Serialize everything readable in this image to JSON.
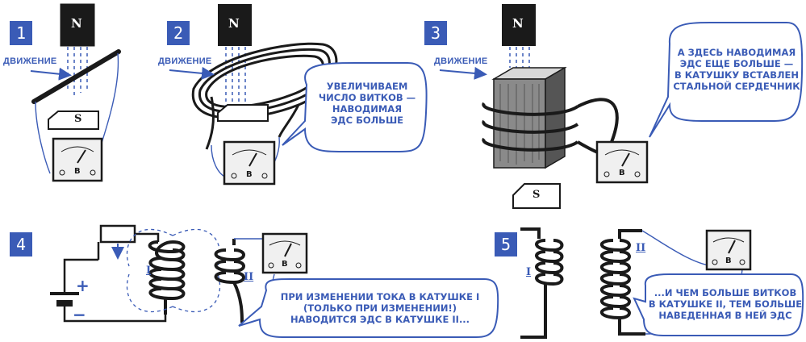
{
  "panels": [
    {
      "number": "1",
      "move_label": "ДВИЖЕНИЕ",
      "pole_top": "N",
      "pole_bottom": "S",
      "meter": "В"
    },
    {
      "number": "2",
      "move_label": "ДВИЖЕНИЕ",
      "pole_top": "N",
      "meter": "В",
      "bubble": "УВЕЛИЧИВАЕМ\nЧИСЛО ВИТКОВ —\nНАВОДИМАЯ\nЭДС БОЛЬШЕ"
    },
    {
      "number": "3",
      "move_label": "ДВИЖЕНИЕ",
      "pole_top": "N",
      "pole_bottom": "S",
      "meter": "В",
      "bubble": "А ЗДЕСЬ НАВОДИМАЯ\nЭДС ЕЩЕ БОЛЬШЕ —\nВ КАТУШКУ ВСТАВЛЕН\nСТАЛЬНОЙ СЕРДЕЧНИК"
    },
    {
      "number": "4",
      "coil1": "I",
      "coil2": "II",
      "plus": "+",
      "minus": "−",
      "meter": "В",
      "bubble": "ПРИ ИЗМЕНЕНИИ ТОКА В КАТУШКЕ I\n(ТОЛЬКО ПРИ ИЗМЕНЕНИИ!)\nНАВОДИТСЯ ЭДС В КАТУШКЕ II..."
    },
    {
      "number": "5",
      "coil1": "I",
      "coil2": "II",
      "meter": "В",
      "bubble": "...И ЧЕМ БОЛЬШЕ ВИТКОВ\nВ КАТУШКЕ II, ТЕМ БОЛЬШЕ\nНАВЕДЕННАЯ В НЕЙ ЭДС"
    }
  ],
  "colors": {
    "accent": "#3a5bb6",
    "ink": "#1a1a1a",
    "paper": "#ffffff"
  }
}
